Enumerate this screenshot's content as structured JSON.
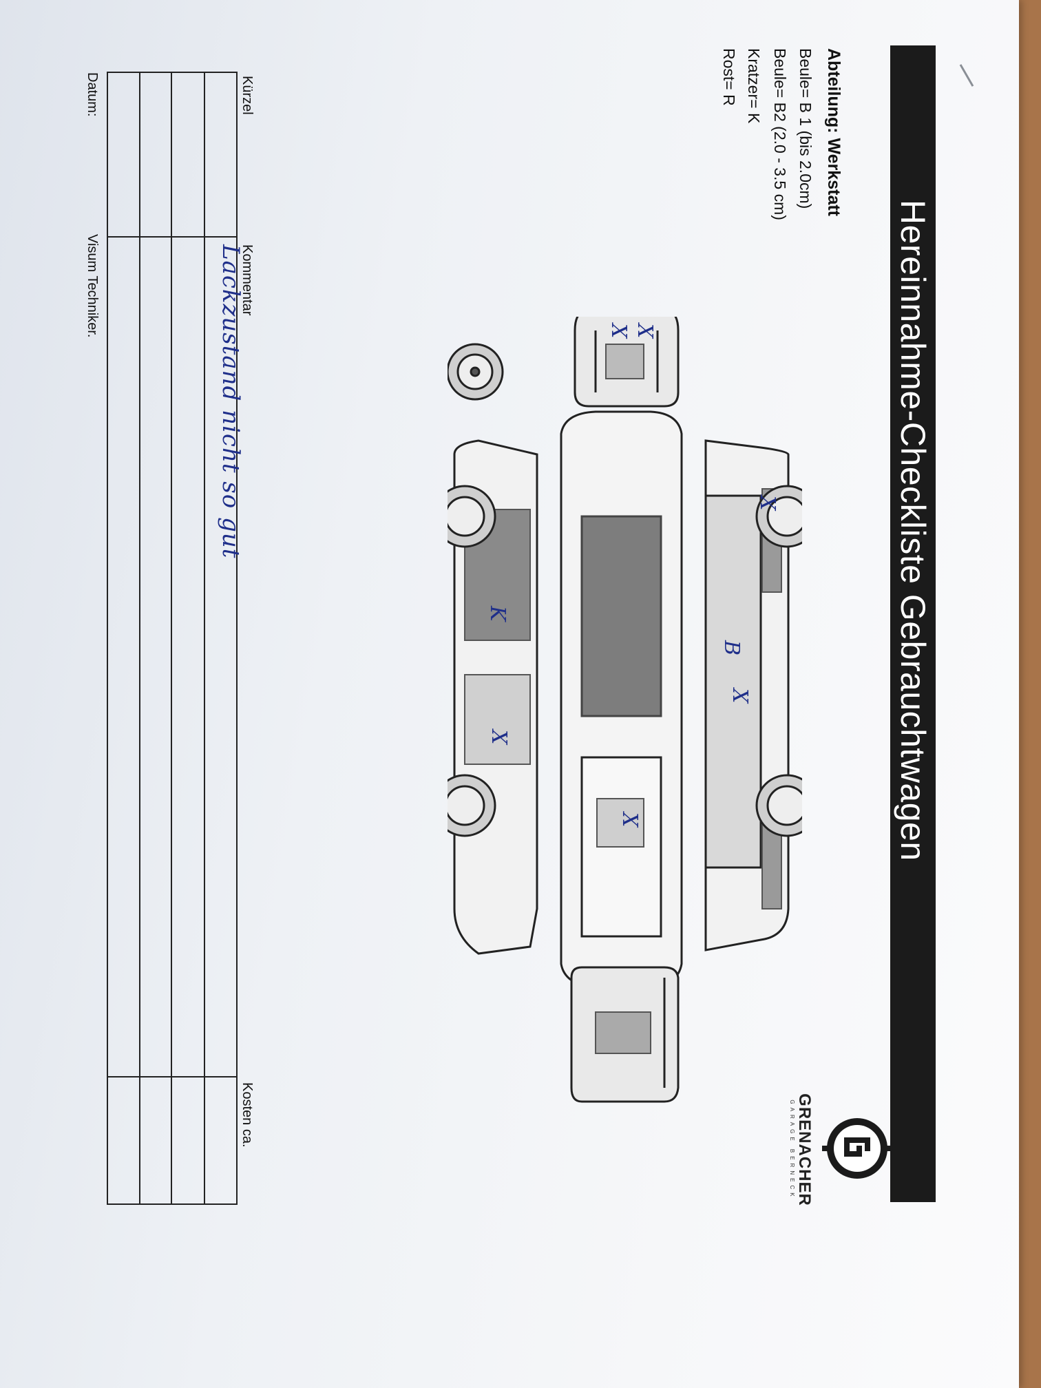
{
  "header": {
    "title": "Hereinnahme-Checkliste Gebrauchtwagen"
  },
  "brand": {
    "name": "GRENACHER",
    "sub": "GARAGE BERNECK"
  },
  "info": {
    "department": "Abteilung: Werkstatt",
    "legend": [
      "Beule= B 1 (bis 2.0cm)",
      "Beule= B2 (2.0 - 3.5 cm)",
      "Kratzer= K",
      "Rost= R"
    ]
  },
  "marks": {
    "k": "K",
    "b": "B",
    "xs": "X"
  },
  "table": {
    "headers": [
      "Kürzel",
      "Kommentar",
      "Kosten ca."
    ],
    "rows": [
      {
        "kuerzel": "",
        "kommentar": "Lackzustand nicht so gut",
        "kosten": ""
      },
      {
        "kuerzel": "",
        "kommentar": "",
        "kosten": ""
      },
      {
        "kuerzel": "",
        "kommentar": "",
        "kosten": ""
      },
      {
        "kuerzel": "",
        "kommentar": "",
        "kosten": ""
      },
      {
        "kuerzel": "",
        "kommentar": "",
        "kosten": ""
      }
    ]
  },
  "footer": {
    "date_label": "Datum:",
    "visum_label": "Visum Techniker."
  },
  "colors": {
    "header_bg": "#1b1b1b",
    "ink": "#1f2f8a",
    "panel_shade": "#8e8e8e"
  }
}
